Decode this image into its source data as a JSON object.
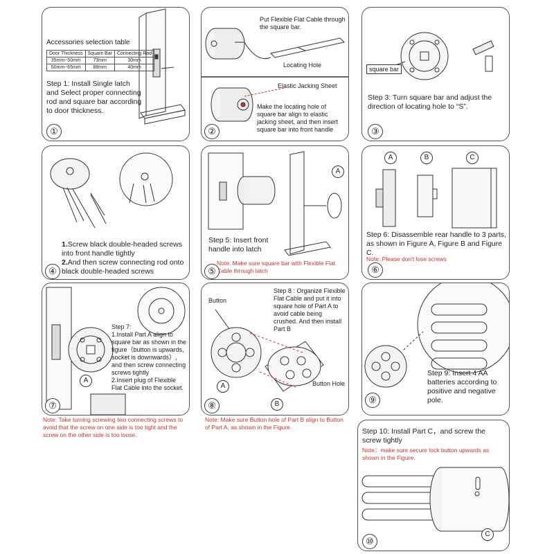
{
  "panel1": {
    "num": "①",
    "table_title": "Accessories selection table",
    "table": {
      "headers": [
        "Door Thickness",
        "Square Bar",
        "Connecting Rod"
      ],
      "rows": [
        [
          "35mm~50mm",
          "73mm",
          "30mm"
        ],
        [
          "50mm~65mm",
          "88mm",
          "40mm"
        ]
      ]
    },
    "step": "Step 1: Install Single latch and Select proper connecting rod and square bar according to door thickness."
  },
  "panel2": {
    "num": "②",
    "top_text": "Put Flexible Flat Cable through the square bar.",
    "locating_hole": "Locating Hole",
    "elastic": "Elastic Jacking Sheet",
    "bottom_text": "Make the locating hole of square bar align to elastic jacking sheet, and then insert square bar into front handle"
  },
  "panel3": {
    "num": "③",
    "label": "square bar",
    "step": "Step 3: Turn square bar and adjust the direction of locating hole to “S”."
  },
  "panel4": {
    "num": "④",
    "line1_num": "1.",
    "line1": "Screw black double-headed screws into front handle tightly",
    "line2_num": "2.",
    "line2": "And then screw connecting rod onto black double-headed screws"
  },
  "panel5": {
    "num": "⑤",
    "letter": "A",
    "step": "Step 5: Insert front handle into latch",
    "note": "Note: Make sure square bar with Flexible Flat Cable through latch"
  },
  "panel6": {
    "num": "⑥",
    "letters": [
      "A",
      "B",
      "C"
    ],
    "step": "Step 6: Disassemble rear handle to 3 parts, as shown in Figure A, Figure B and Figure C.",
    "note": "Note: Please don't lose screws"
  },
  "panel7": {
    "num": "⑦",
    "letter": "A",
    "step": "Step 7:\n1.Install Part A align to square bar as shown in the figure（button is upwards, socket is downwards）, and then screw connecting screws tightly\n2.Insert plug of Flexible Flat Cable into the socket.",
    "note": "Note: Take turning screwing two connecting screws to avoid that the screw on one side is too tight and the screw on the other side is too loose."
  },
  "panel8": {
    "num": "⑧",
    "button": "Button",
    "button_hole": "Button Hole",
    "letters": [
      "A",
      "B"
    ],
    "step": "Step 8 : Organize Flexible Flat Cable and put it into square hole of Part A to avoid cable being crushed. And then install Part B",
    "note": "Note: Make sure Button hole of Part B align to Button of Part A, as shown in the Figure"
  },
  "panel9": {
    "num": "⑨",
    "step": "Step 9: Insert 4 AA batteries according to positive and negative pole."
  },
  "panel10": {
    "num": "⑩",
    "letter": "C",
    "step": "Step 10: Install Part C，and screw the screw tightly",
    "note": "Note：make sure secure lock button upwards as shown in the Figure."
  }
}
